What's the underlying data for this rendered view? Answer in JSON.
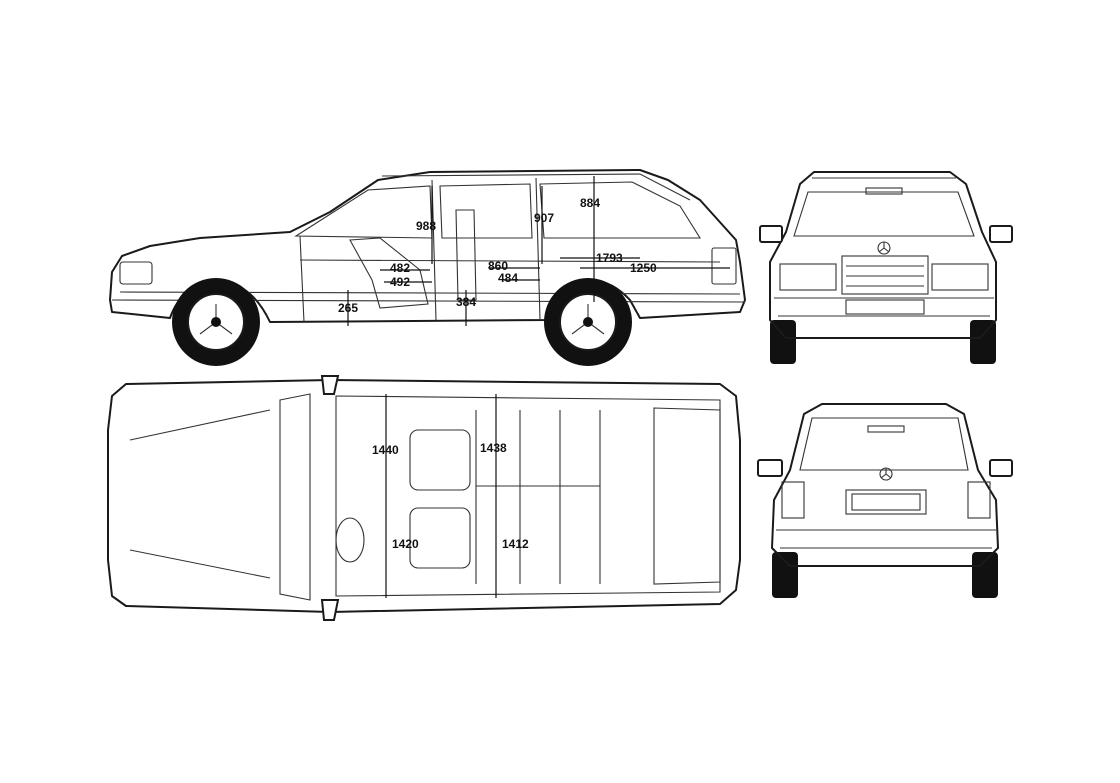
{
  "side_view": {
    "dimensions": [
      "988",
      "907",
      "884",
      "482",
      "492",
      "860",
      "484",
      "1793",
      "1250",
      "265",
      "384"
    ]
  },
  "top_view": {
    "dimensions": [
      "1440",
      "1438",
      "1420",
      "1412"
    ]
  },
  "colors": {
    "line": "#1a1a1a",
    "background": "#ffffff"
  }
}
